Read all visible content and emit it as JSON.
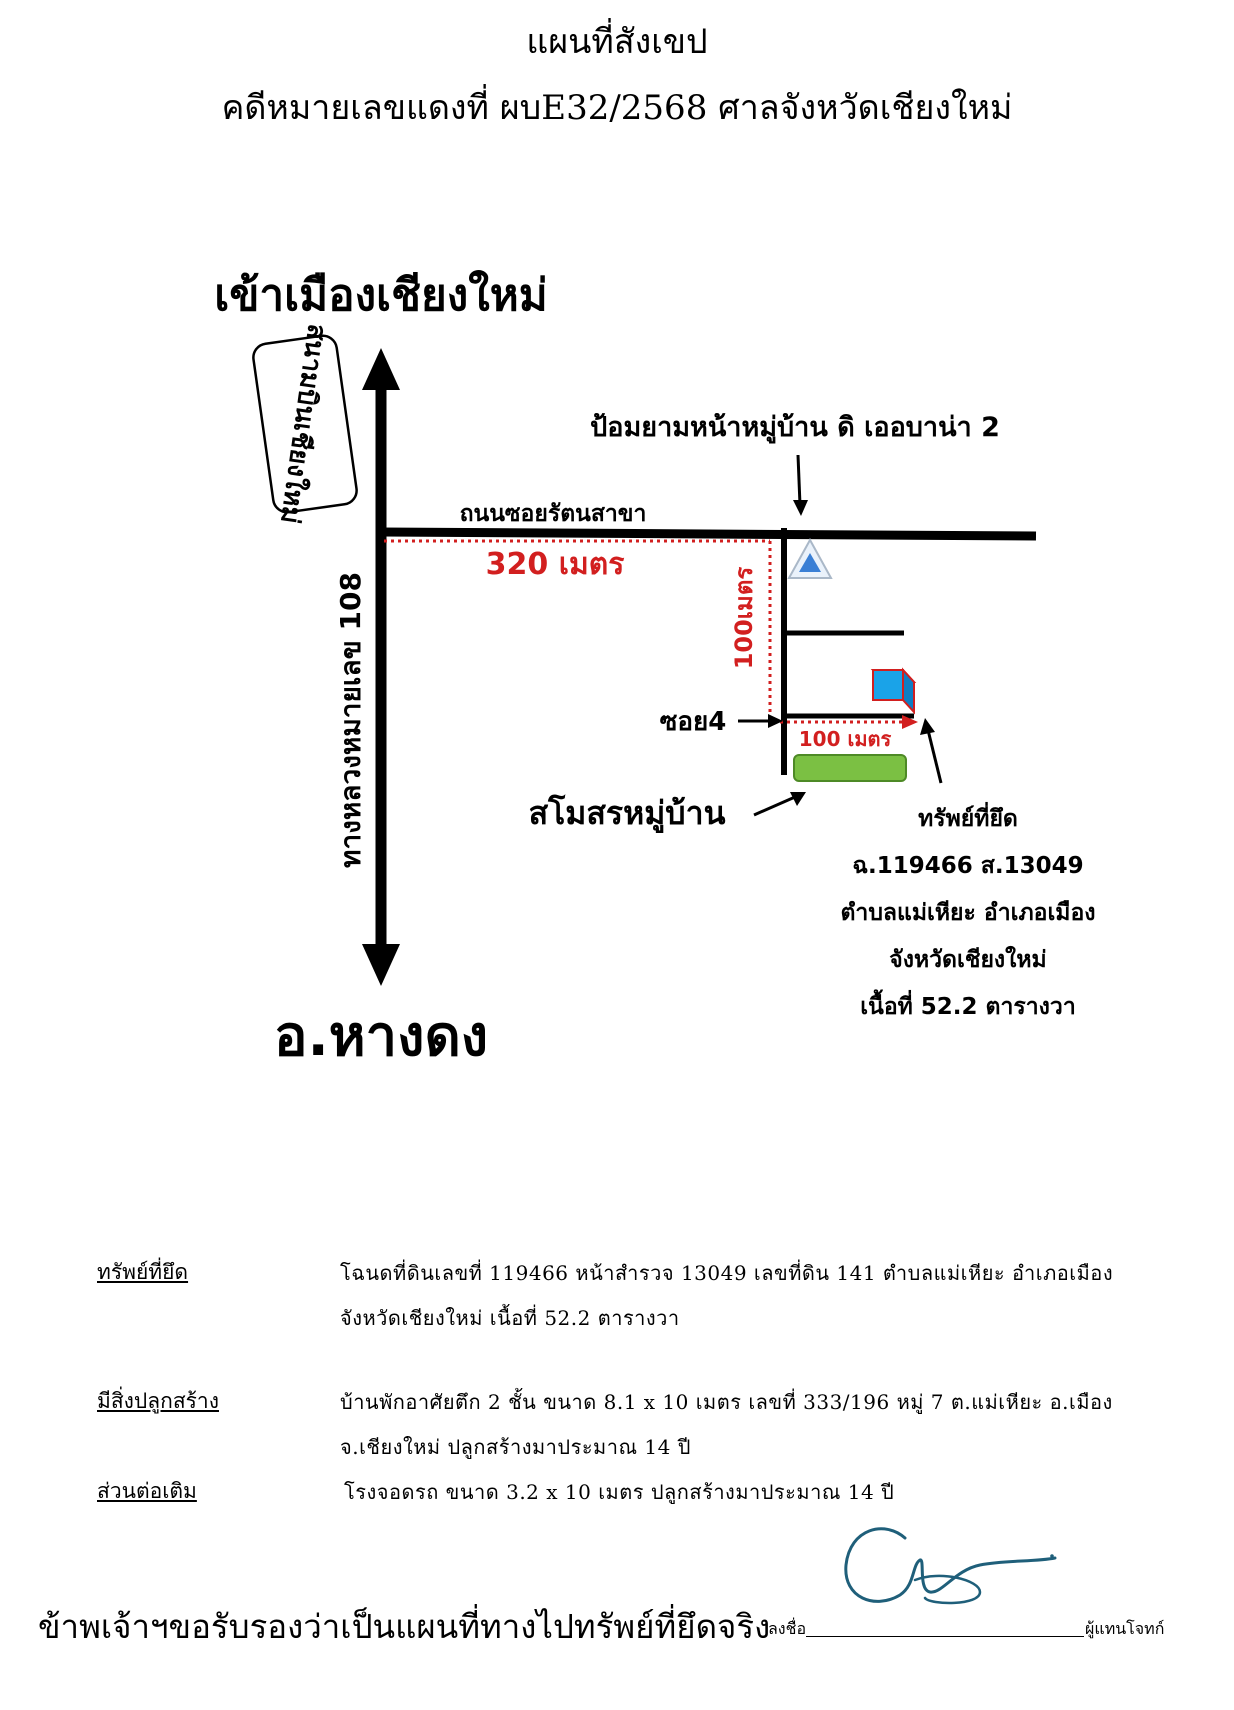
{
  "header": {
    "title": "แผนที่สังเขป",
    "subtitle": "คดีหมายเลขแดงที่ ผบE32/2568 ศาลจังหวัดเชียงใหม่"
  },
  "map": {
    "north_destination": "เข้าเมืองเชียงใหม่",
    "airport": "สนามบินเชียงใหม่",
    "highway": "ทางหลวงหมายเลข 108",
    "south_destination": "อ.หางดง",
    "soi_road": "ถนนซอยรัตนสาขา",
    "distance_main": "320 เมตร",
    "distance_vertical": "100เมตร",
    "distance_soi": "100 เมตร",
    "guard_post": "ป้อมยามหน้าหมู่บ้าน ดิ เออบาน่า 2",
    "soi4": "ซอย4",
    "clubhouse": "สโมสรหมู่บ้าน",
    "property_info": {
      "line1": "ทรัพย์ที่ยึด",
      "line2": "ฉ.119466 ส.13049",
      "line3": "ตำบลแม่เหียะ  อำเภอเมือง",
      "line4": "จังหวัดเชียงใหม่",
      "line5": "เนื้อที่  52.2 ตารางวา"
    },
    "colors": {
      "distance_red": "#d21f1f",
      "guard_blue": "#3a7fd5",
      "property_blue": "#1aa3e8",
      "clubhouse_green": "#7bc043"
    }
  },
  "details": {
    "seized_label": "ทรัพย์ที่ยึด",
    "seized_line1": "โฉนดที่ดินเลขที่  119466  หน้าสำรวจ  13049  เลขที่ดิน 141   ตำบลแม่เหียะ   อำเภอเมือง",
    "seized_line2": "จังหวัดเชียงใหม่    เนื้อที่    52.2  ตารางวา",
    "building_label": "มีสิ่งปลูกสร้าง",
    "building_line1": "บ้านพักอาศัยตึก  2  ชั้น ขนาด  8.1 x 10  เมตร  เลขที่  333/196  หมู่ 7   ต.แม่เหียะ    อ.เมือง",
    "building_line2": "จ.เชียงใหม่    ปลูกสร้างมาประมาณ   14   ปี",
    "extension_label": "ส่วนต่อเติม",
    "extension_line1": "โรงจอดรถ  ขนาด 3.2 x 10 เมตร ปลูกสร้างมาประมาณ  14  ปี"
  },
  "footer": {
    "certify": "ข้าพเจ้าฯขอรับรองว่าเป็นแผนที่ทางไปทรัพย์ที่ยึดจริง",
    "sign_label": "ลงชื่อ",
    "role": "ผู้แทนโจทก์"
  }
}
